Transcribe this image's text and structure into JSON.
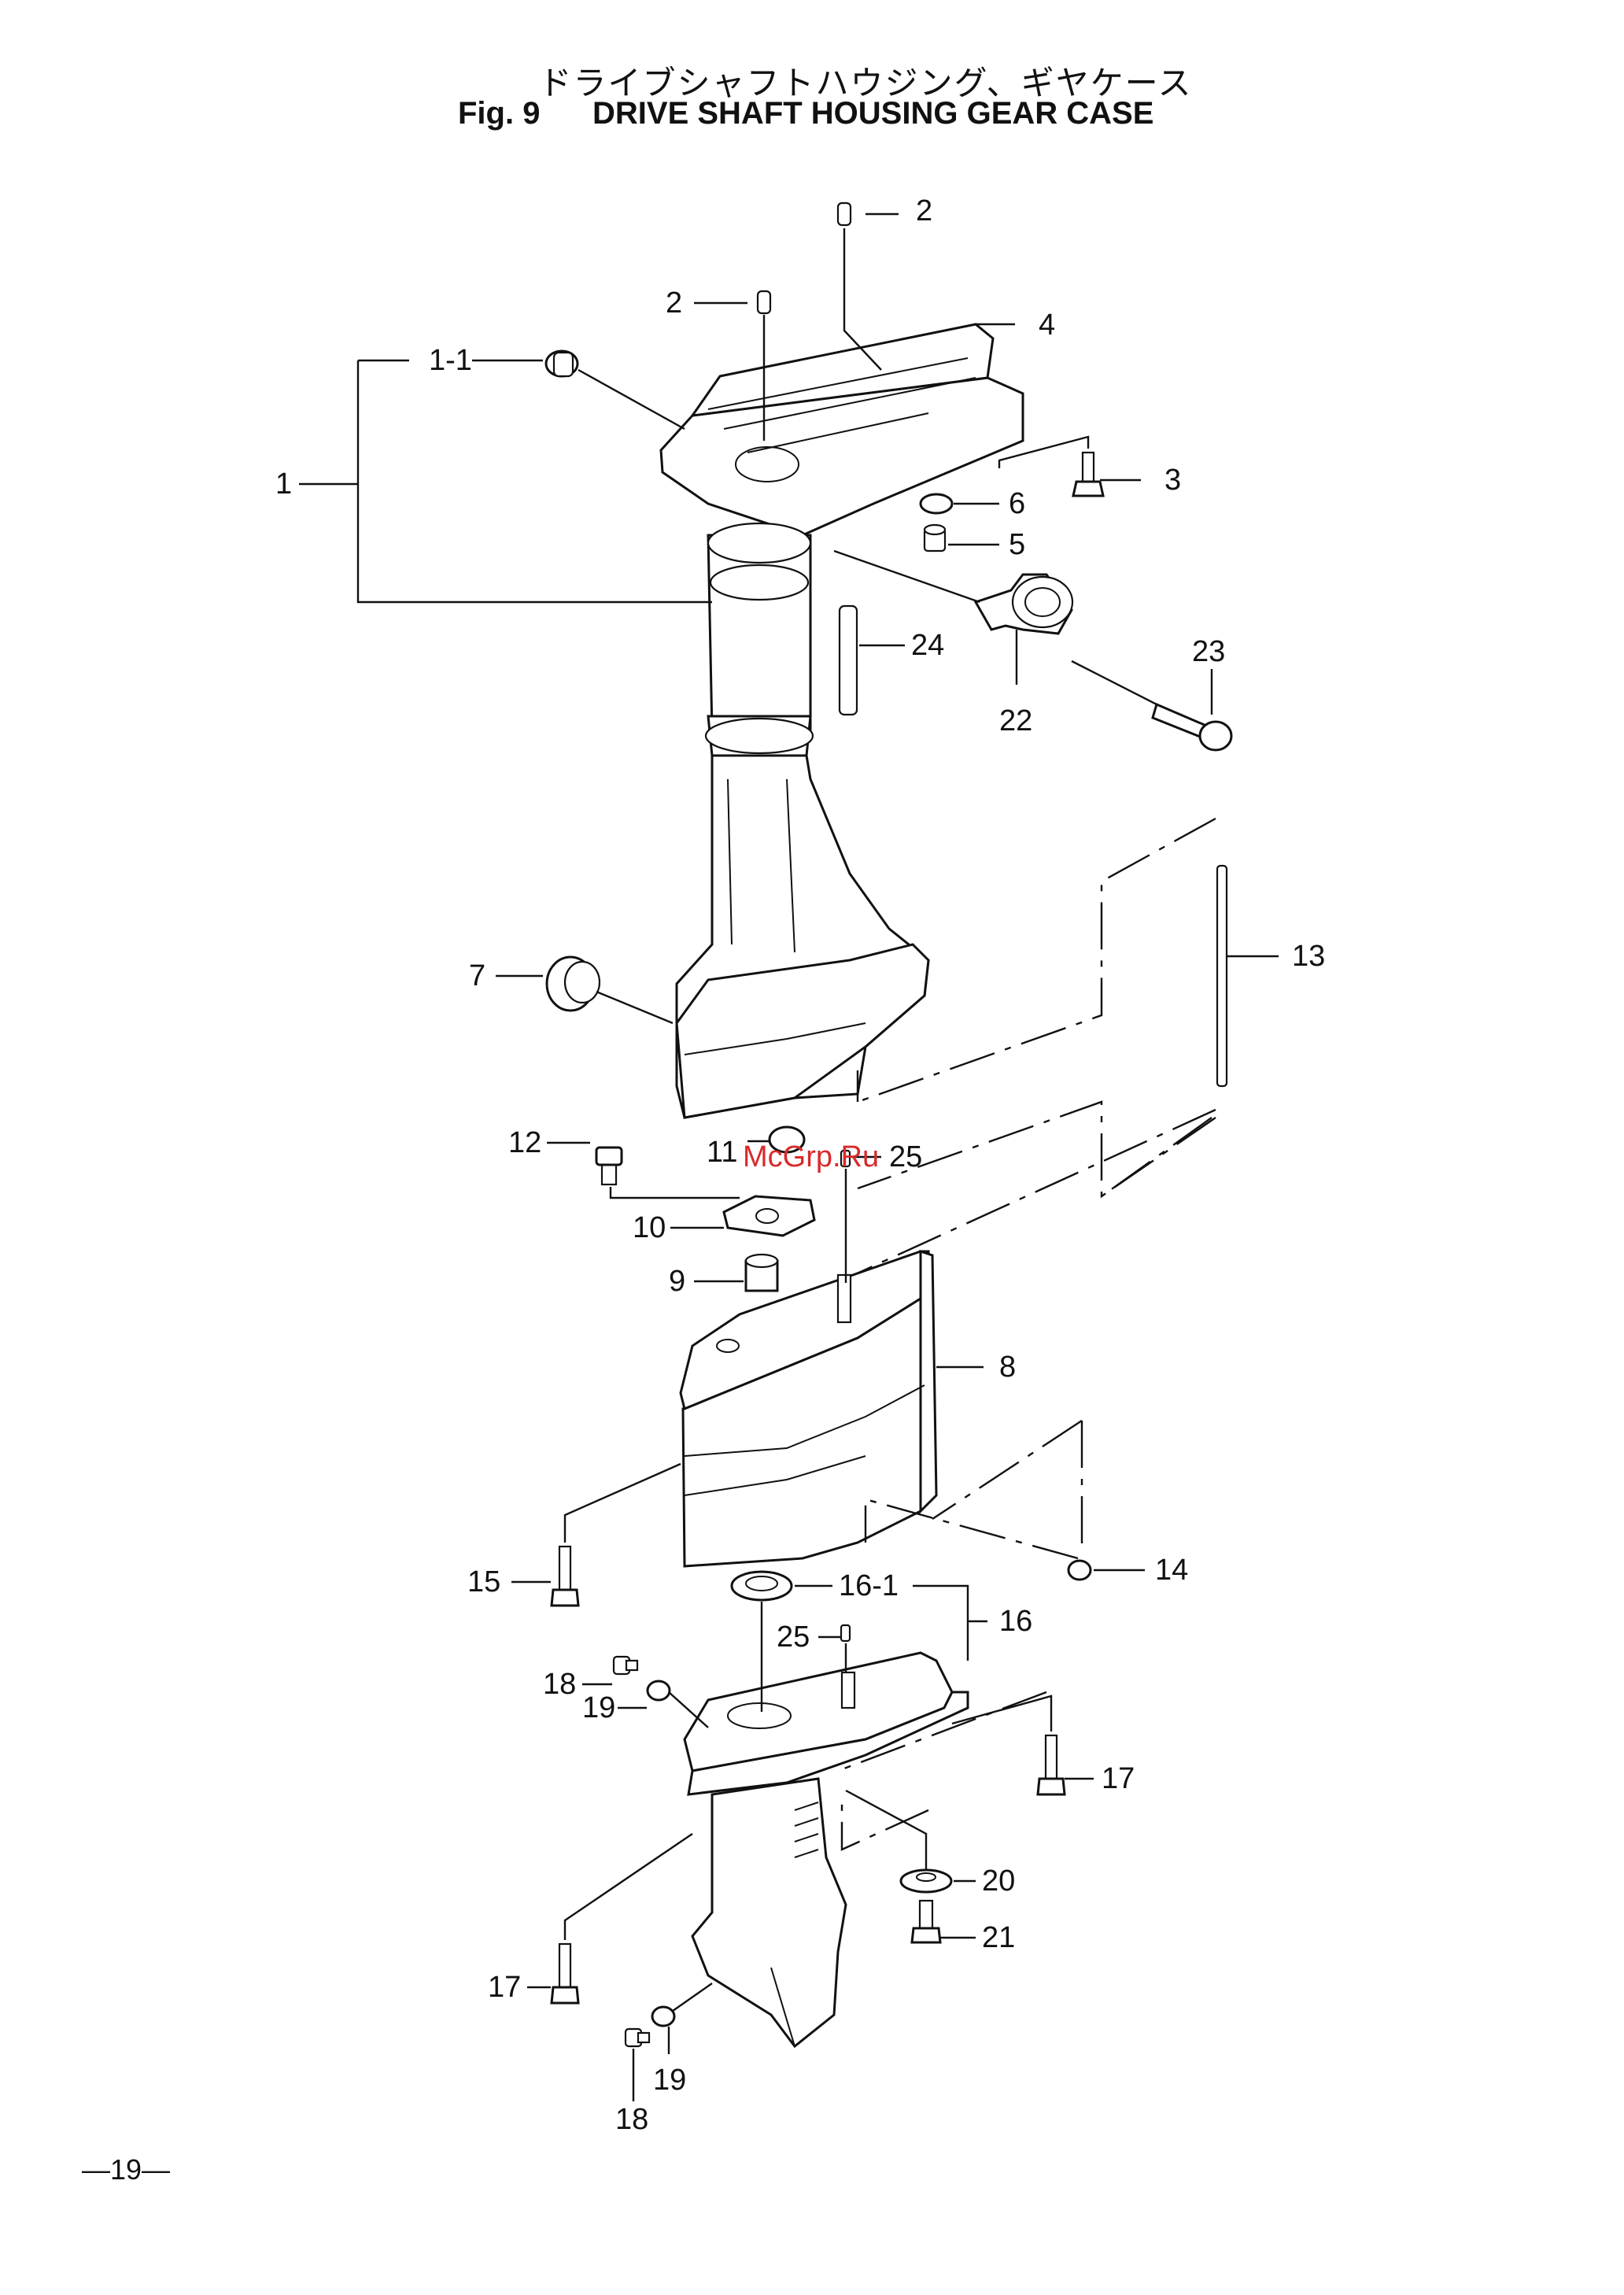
{
  "header": {
    "title_jp": "ドライブシャフトハウジング、ギヤケース",
    "fig_label": "Fig. 9",
    "title_en": "DRIVE SHAFT HOUSING GEAR CASE"
  },
  "callouts": [
    "1",
    "1-1",
    "2",
    "2",
    "3",
    "4",
    "5",
    "6",
    "7",
    "8",
    "9",
    "10",
    "11",
    "12",
    "13",
    "14",
    "15",
    "16",
    "16-1",
    "17",
    "17",
    "18",
    "18",
    "19",
    "19",
    "20",
    "21",
    "22",
    "23",
    "24",
    "25",
    "25"
  ],
  "page_number": "—19—",
  "watermark": "McGrp.Ru"
}
